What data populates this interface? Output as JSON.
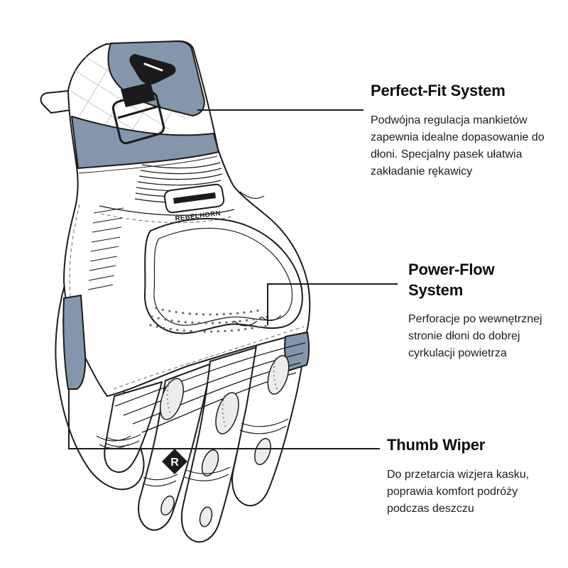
{
  "colors": {
    "background": "#ffffff",
    "accent": "#8496AC",
    "ink": "#1b1b1b"
  },
  "brand_label": "REBELHORN",
  "logo_letter": "R",
  "callouts": {
    "perfect_fit": {
      "title": "Perfect-Fit System",
      "body": "Podwójna regulacja mankietów zapewnia idealne dopasowanie do dłoni. Specjalny pasek ułatwia zakładanie rękawicy"
    },
    "power_flow": {
      "title": "Power-Flow System",
      "body": "Perforacje po wewnętrznej stronie dłoni do dobrej cyrkulacji powietrza"
    },
    "thumb_wiper": {
      "title": "Thumb Wiper",
      "body": "Do przetarcia wizjera kasku, poprawia komfort podróży podczas deszczu"
    }
  }
}
